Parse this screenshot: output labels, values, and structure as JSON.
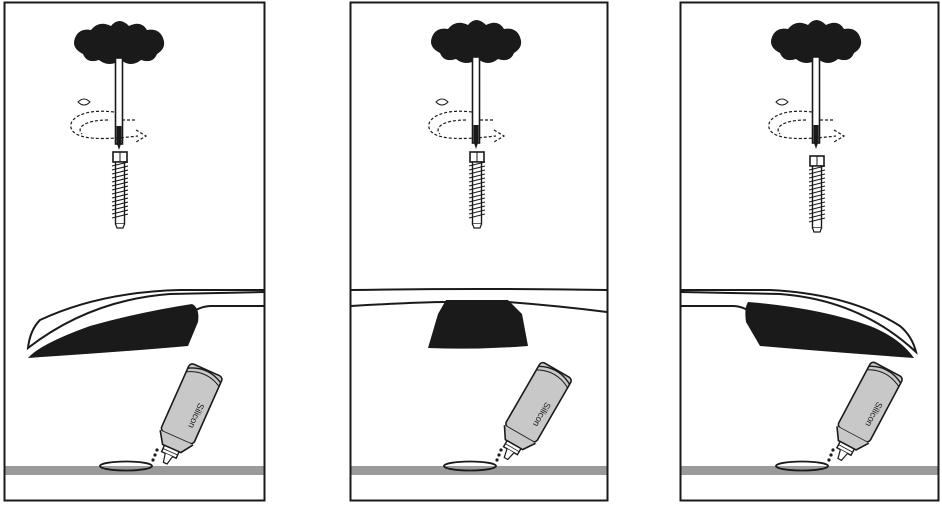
{
  "panels": [
    {
      "id": "panel-1",
      "tube_label": "Silicon",
      "variant": "rail-left"
    },
    {
      "id": "panel-2",
      "tube_label": "Silicon",
      "variant": "foot-center"
    },
    {
      "id": "panel-3",
      "tube_label": "Silicon",
      "variant": "rail-right"
    }
  ],
  "colors": {
    "ink": "#1a1a1a",
    "tube_fill": "#c8c8c8",
    "surface": "#9a9a9a",
    "background": "#ffffff"
  },
  "icons": [
    "knob-tool-icon",
    "rotate-arrow-icon",
    "bolt-icon",
    "roof-rail-icon",
    "silicone-tube-icon",
    "silicone-ring-icon"
  ]
}
